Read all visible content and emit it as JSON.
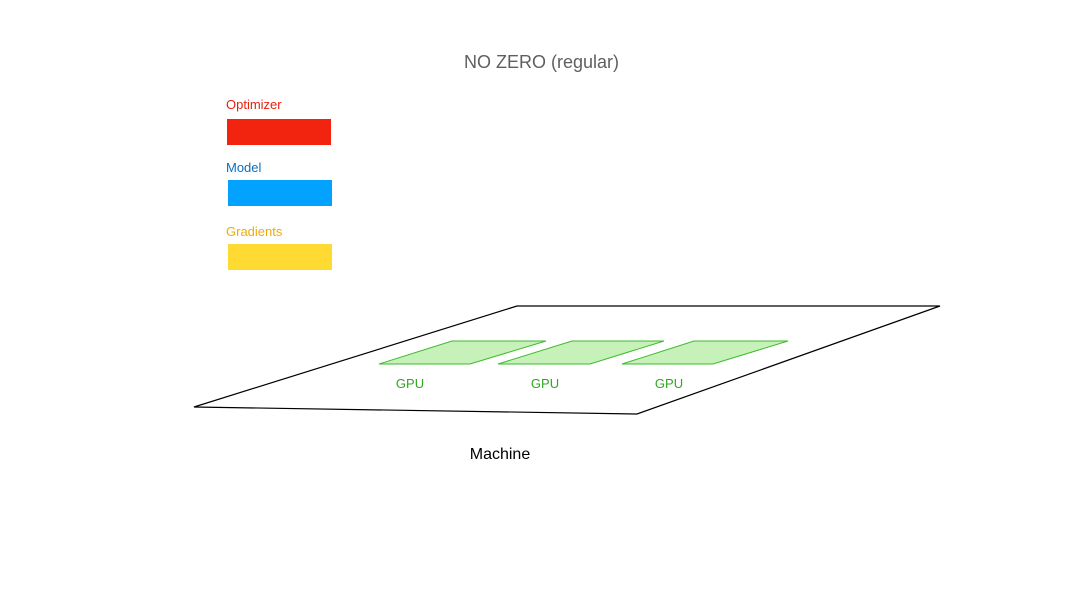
{
  "title": "NO ZERO (regular)",
  "legend": [
    {
      "label": "Optimizer",
      "label_color": "#e5220f",
      "swatch_color": "#f2230f"
    },
    {
      "label": "Model",
      "label_color": "#0a6fba",
      "swatch_color": "#03a2ff"
    },
    {
      "label": "Gradients",
      "label_color": "#f2a90a",
      "swatch_color": "#ffda33"
    }
  ],
  "machine": {
    "label": "Machine"
  },
  "gpus": [
    {
      "label": "GPU"
    },
    {
      "label": "GPU"
    },
    {
      "label": "GPU"
    }
  ],
  "colors": {
    "gpu_fill": "#c6f1b8",
    "gpu_stroke": "#3dbb2d",
    "gpu_text": "#2fa81f",
    "machine_stroke": "#000000"
  }
}
